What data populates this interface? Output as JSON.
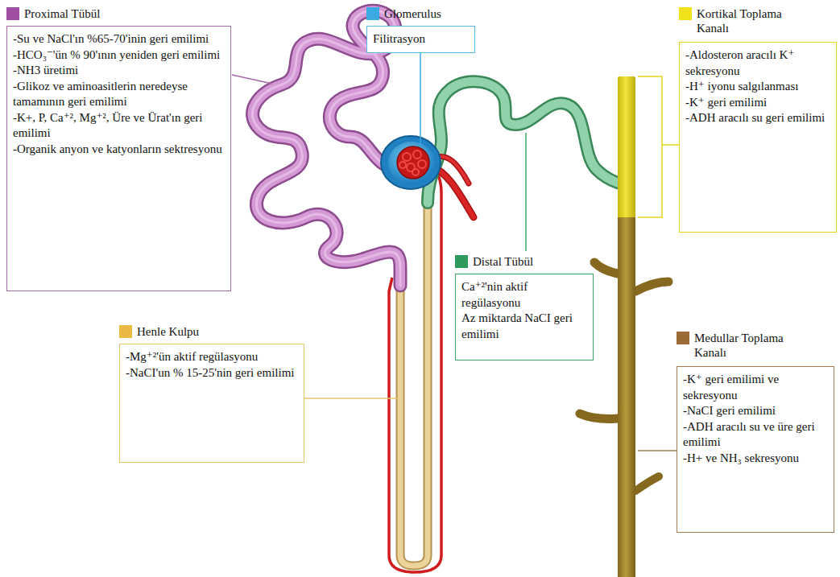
{
  "diagram": {
    "nodes": [
      {
        "text": [
          "Proximal Tübül",
          "-Su ve NaCl'ın %65-70'inin geri emilimi",
          "-HCO₃⁻'ün % 90'ının yeniden geri emilimi",
          "-NH3 üretimi",
          "-Glikoz ve aminoasitlerin neredeyse tamamının geri emilimi",
          "-K+, P, Ca⁺², Mg⁺², Üre ve Ürat'ın geri emilimi",
          "-Organik anyon ve katyonların sektresyonu"
        ]
      },
      {
        "text": [
          "Glomerulus",
          "Filitrasyon"
        ]
      },
      {
        "text": [
          "Kortikal Toplama Kanalı",
          "-Aldosteron aracılı K⁺ sekresyonu",
          "-H⁺ iyonu salgılanması",
          "-K⁺ geri emilimi",
          "-ADH aracılı su geri emilimi"
        ]
      },
      {
        "text": [
          "Distal Tübül",
          "Ca⁺²'nin aktif regülasyonu",
          "Az miktarda NaCI geri emilimi"
        ]
      },
      {
        "text": [
          "Henle Kulpu",
          "-Mg⁺²'ün aktif regülasyonu",
          "-NaCI'un % 15-25'nin geri emilimi"
        ]
      },
      {
        "text": [
          "Medullar Toplama Kanalı",
          "-K⁺ geri emilimi ve sekresyonu",
          "-NaCI geri emilimi",
          "-ADH aracılı su ve üre geri emilimi",
          "-H+ ve NH₃ sekresyonu"
        ]
      }
    ]
  }
}
